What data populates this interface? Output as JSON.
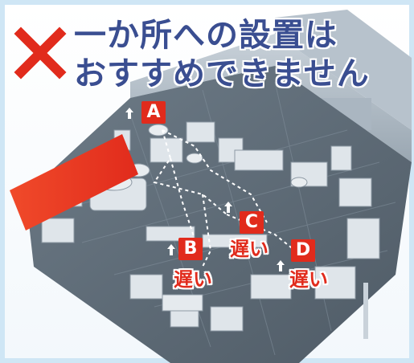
{
  "headline": {
    "line1": "一か所への設置は",
    "line2": "おすすめできません"
  },
  "markers": [
    {
      "letter": "A",
      "note": ""
    },
    {
      "letter": "B",
      "note": "遅い"
    },
    {
      "letter": "C",
      "note": "遅い"
    },
    {
      "letter": "D",
      "note": "遅い"
    }
  ],
  "colors": {
    "headline": "#3a4e91",
    "accent_red": "#e12b1c",
    "frame": "#cfe6f5"
  },
  "icons": [
    "cross-mark-icon",
    "big-red-arrow-icon",
    "up-arrow-icon"
  ]
}
